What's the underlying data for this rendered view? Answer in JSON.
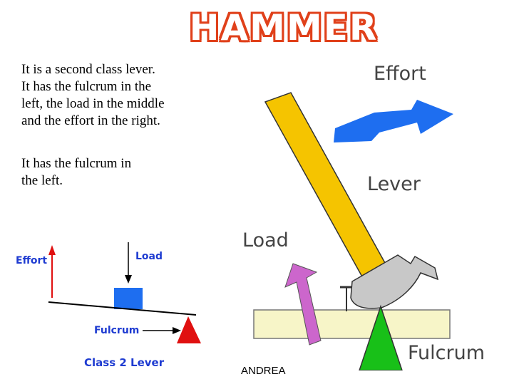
{
  "title": "HAMMER",
  "description": {
    "line1": "It is a second class lever.",
    "line2": "It  has  the  fulcrum  in  the",
    "line3": "left, the  load in the middle",
    "line4": "and the effort in the right.",
    "extra_line1": "It has the fulcrum in",
    "extra_line2": "the left."
  },
  "small_diagram": {
    "effort_label": "Effort",
    "load_label": "Load",
    "fulcrum_label": "Fulcrum",
    "caption": "Class 2 Lever"
  },
  "hammer_diagram": {
    "effort_label": "Effort",
    "lever_label": "Lever",
    "load_label": "Load",
    "fulcrum_label": "Fulcrum"
  },
  "footer": "ANDREA",
  "colors": {
    "title": "#e0401a",
    "small_labels": "#1e3bd1",
    "effort_arrow": "#1e6ef0",
    "hammer_handle": "#f5c400",
    "hammer_head": "#c8c8c8",
    "board": "#f7f5c8",
    "load_arrow": "#cc66cc",
    "fulcrum_big": "#18c018",
    "fulcrum_small": "#e01010",
    "load_box": "#1e6ef0"
  }
}
